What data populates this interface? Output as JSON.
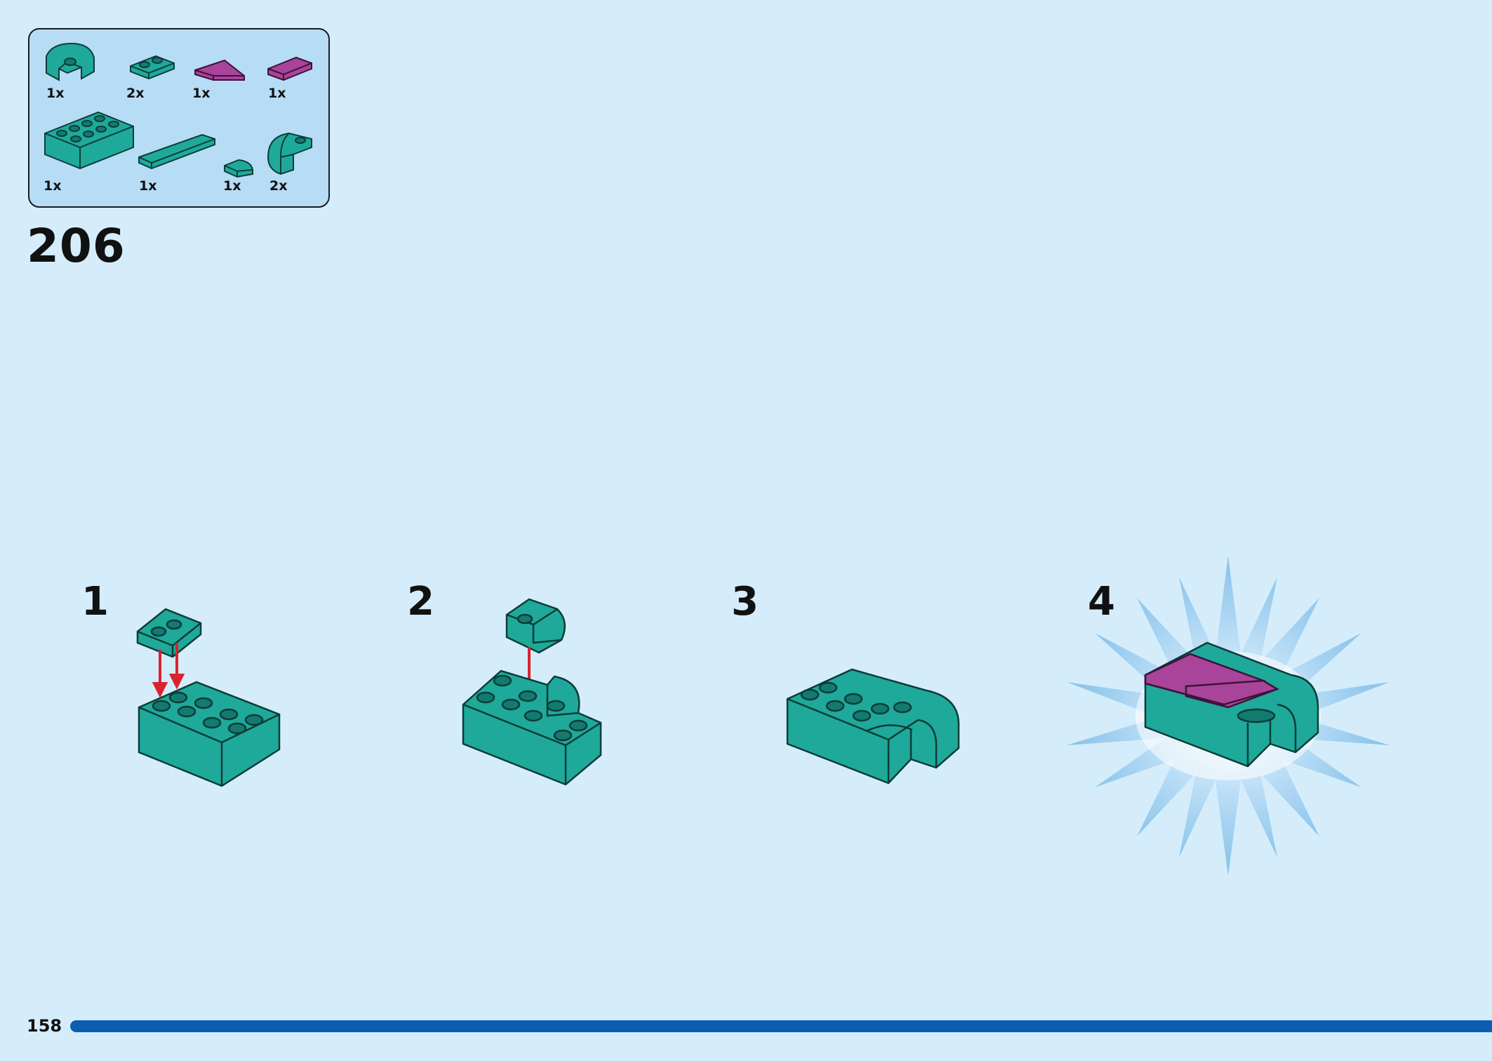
{
  "colors": {
    "background": "#d5edfb",
    "parts_panel": "#b7dcf6",
    "teal": "#1fa99a",
    "teal_dark": "#137a70",
    "magenta": "#a8449a",
    "arrow": "#d9232e",
    "progress": "#0c5fb0"
  },
  "parts": [
    {
      "id": "curved-slope-bracket",
      "qty": "1x"
    },
    {
      "id": "plate-1x2",
      "qty": "2x"
    },
    {
      "id": "wedge-tile",
      "qty": "1x"
    },
    {
      "id": "tile-1x2",
      "qty": "1x"
    },
    {
      "id": "brick-2x4",
      "qty": "1x"
    },
    {
      "id": "tile-1x6",
      "qty": "1x"
    },
    {
      "id": "tile-quarter-round",
      "qty": "1x"
    },
    {
      "id": "curved-slope",
      "qty": "2x"
    }
  ],
  "step_number": "206",
  "substeps": [
    "1",
    "2",
    "3",
    "4"
  ],
  "page": {
    "number": "158"
  }
}
